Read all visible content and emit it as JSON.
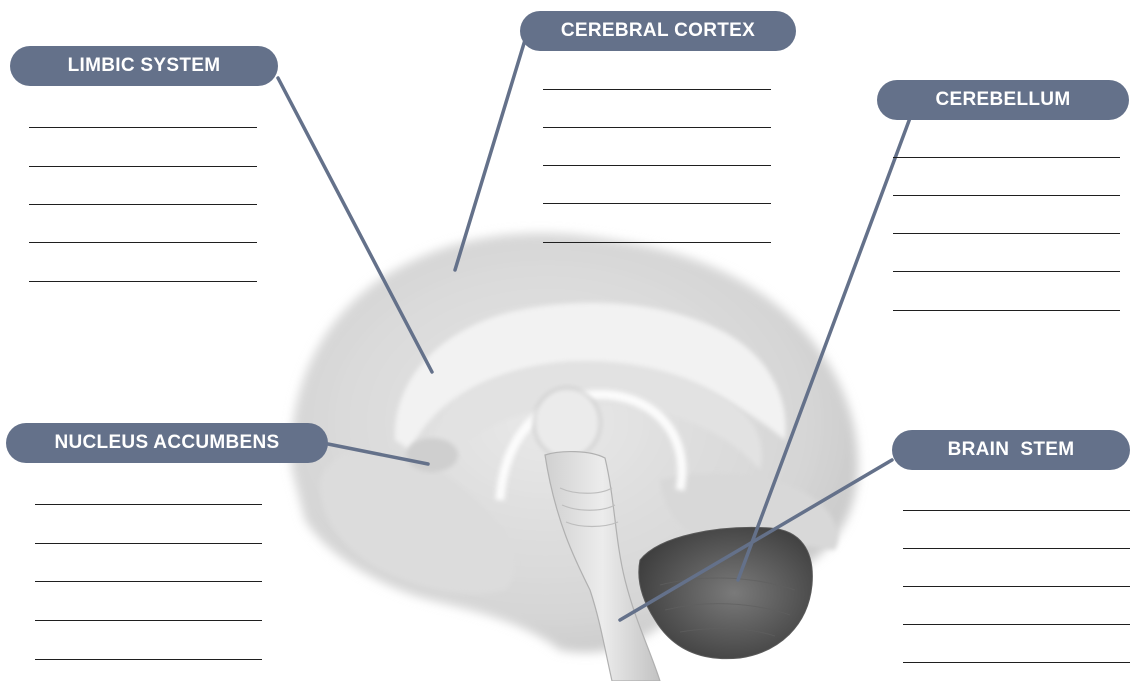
{
  "labels": {
    "limbic_system": "LIMBIC SYSTEM",
    "cerebral_cortex": "CEREBRAL CORTEX",
    "cerebellum": "CEREBELLUM",
    "nucleus_accumbens": "NUCLEUS ACCUMBENS",
    "brain_stem": "BRAIN  STEM"
  },
  "colors": {
    "label_fill": "#64718a",
    "label_text": "#ffffff",
    "leader_line": "#64718a",
    "answer_line": "#1f1f1f"
  }
}
